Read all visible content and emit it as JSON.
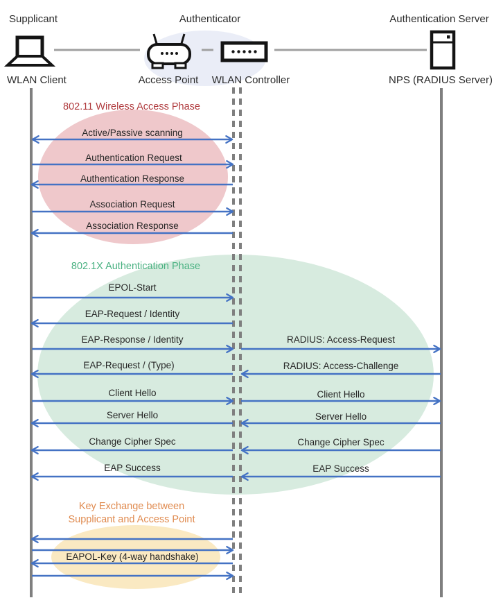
{
  "diagram": {
    "roles": {
      "supplicant": "Supplicant",
      "authenticator": "Authenticator",
      "auth_server": "Authentication Server"
    },
    "devices": {
      "wlan_client": "WLAN Client",
      "access_point": "Access Point",
      "wlan_controller": "WLAN Controller",
      "nps": "NPS (RADIUS Server)"
    },
    "phases": {
      "p1": {
        "title": "802.11 Wireless Access Phase",
        "color": "#B03B3E",
        "fill": "#EFC8CB"
      },
      "p2": {
        "title": "802.1X Authentication Phase",
        "color": "#49B181",
        "fill": "#D7EBDF"
      },
      "p3": {
        "line1": "Key Exchange between",
        "line2": "Supplicant and Access Point",
        "color": "#E08B50",
        "fill": "#FAE9C2"
      }
    },
    "messages": {
      "scanning": "Active/Passive scanning",
      "auth_request": "Authentication Request",
      "auth_response": "Authentication Response",
      "assoc_request": "Association Request",
      "assoc_response": "Association Response",
      "epol_start": "EPOL-Start",
      "eap_request_identity": "EAP-Request / Identity",
      "eap_response_identity": "EAP-Response / Identity",
      "radius_access_request": "RADIUS: Access-Request",
      "eap_request_type": "EAP-Request / (Type)",
      "radius_access_challenge": "RADIUS: Access-Challenge",
      "client_hello_left": "Client Hello",
      "client_hello_right": "Client Hello",
      "server_hello_left": "Server Hello",
      "server_hello_right": "Server Hello",
      "change_cipher_left": "Change Cipher Spec",
      "change_cipher_right": "Change Cipher Spec",
      "eap_success_left": "EAP Success",
      "eap_success_right": "EAP Success",
      "eapol_key": "EAPOL-Key (4-way handshake)"
    },
    "colors": {
      "arrow": "#4472C4",
      "lifeline": "#7F7F7F",
      "authenticator_bubble": "#EAEDF7"
    }
  }
}
